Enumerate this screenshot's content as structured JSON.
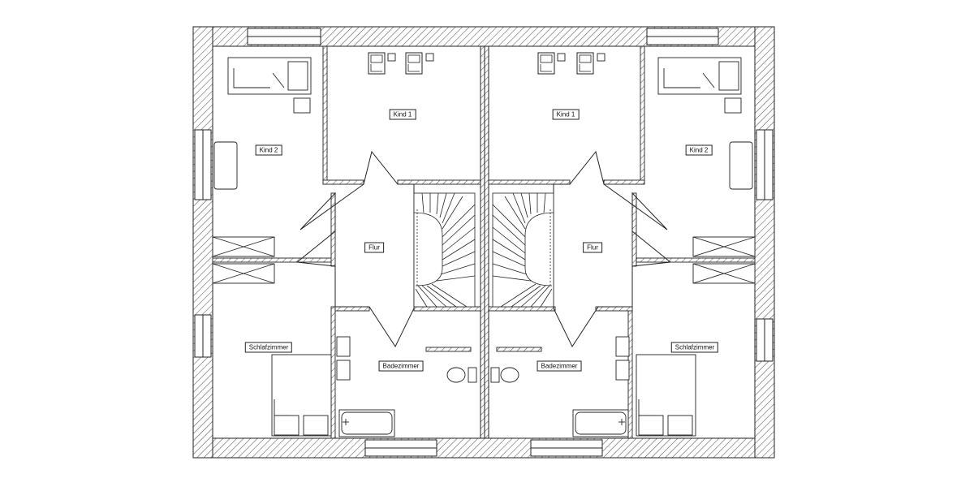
{
  "plan": {
    "colors": {
      "wall_stroke": "#222222",
      "hatch": "#555555",
      "line": "#333333",
      "background": "#ffffff"
    },
    "units": [
      {
        "side": "left",
        "rooms": {
          "kind1": "Kind 1",
          "kind2": "Kind 2",
          "flur": "Flur",
          "schlafzimmer": "Schlafzimmer",
          "badezimmer": "Badezimmer"
        }
      },
      {
        "side": "right",
        "rooms": {
          "kind1": "Kind 1",
          "kind2": "Kind 2",
          "flur": "Flur",
          "schlafzimmer": "Schlafzimmer",
          "badezimmer": "Badezimmer"
        }
      }
    ]
  }
}
